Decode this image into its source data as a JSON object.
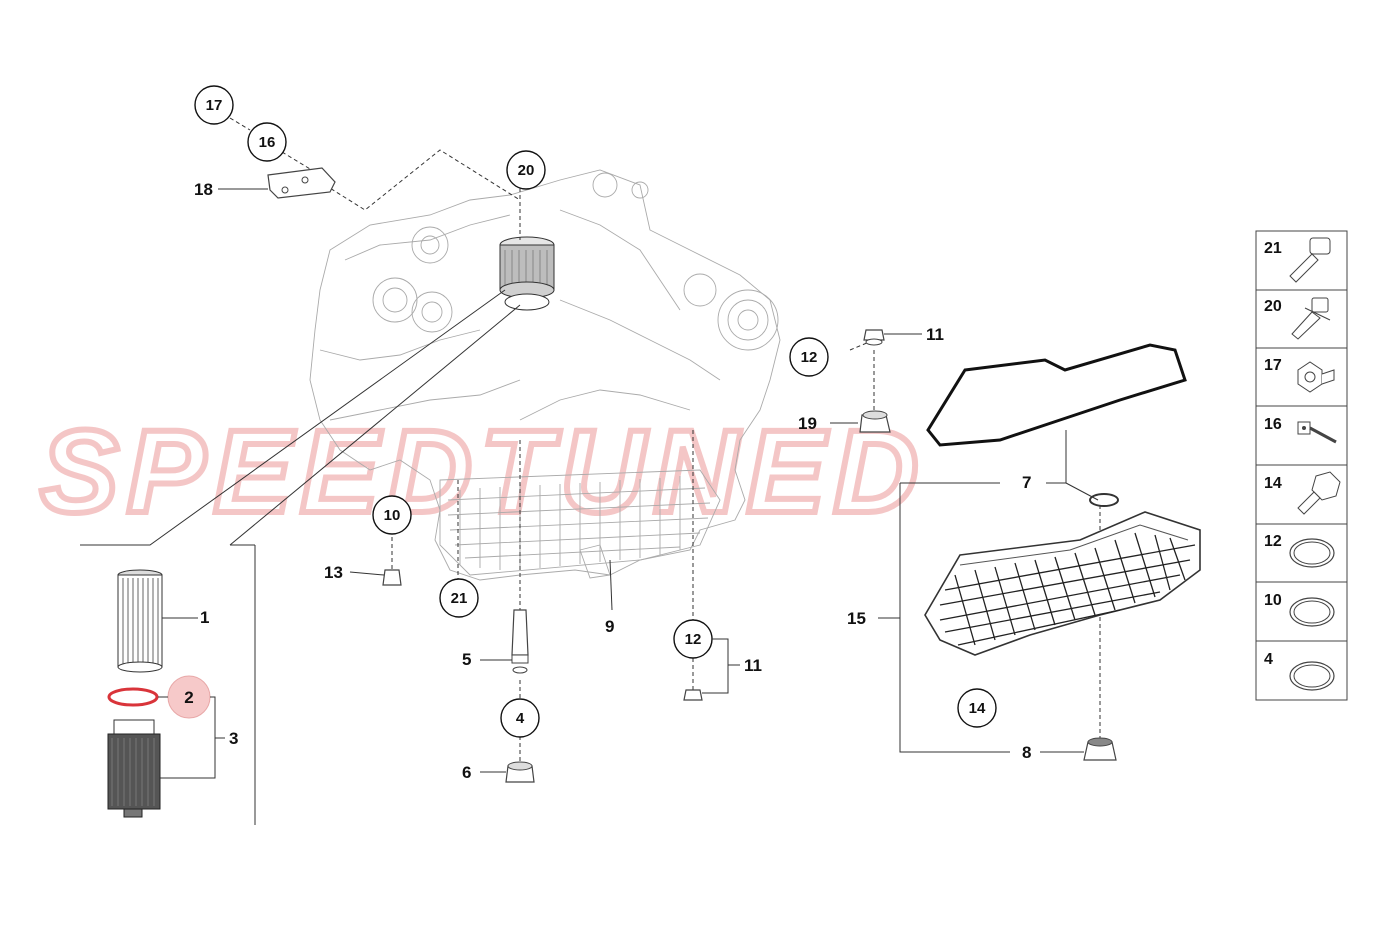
{
  "watermark": {
    "text": "SPEEDTUNED",
    "color": "#f4c6c6"
  },
  "accent_color": "#f4b4b4",
  "highlight_circle_color": "#f6c9c9",
  "oring_color": "#d9343a",
  "callouts": {
    "c17": "17",
    "c16": "16",
    "c20": "20",
    "c12a": "12",
    "c19": "19",
    "c10": "10",
    "c21": "21",
    "c12b": "12",
    "c4": "4",
    "c14": "14",
    "c2": "2"
  },
  "labels": {
    "l18": "18",
    "l11a": "11",
    "l13": "13",
    "l1": "1",
    "l3": "3",
    "l5": "5",
    "l6": "6",
    "l9": "9",
    "l11b": "11",
    "l7": "7",
    "l15": "15",
    "l8": "8"
  },
  "legend": [
    {
      "num": "21",
      "icon": "bolt-long-icon"
    },
    {
      "num": "20",
      "icon": "bolt-stud-icon"
    },
    {
      "num": "17",
      "icon": "hex-nut-icon"
    },
    {
      "num": "16",
      "icon": "sensor-icon"
    },
    {
      "num": "14",
      "icon": "hex-bolt-icon"
    },
    {
      "num": "12",
      "icon": "seal-ring-icon"
    },
    {
      "num": "10",
      "icon": "seal-ring-icon"
    },
    {
      "num": "4",
      "icon": "seal-ring-icon"
    }
  ]
}
